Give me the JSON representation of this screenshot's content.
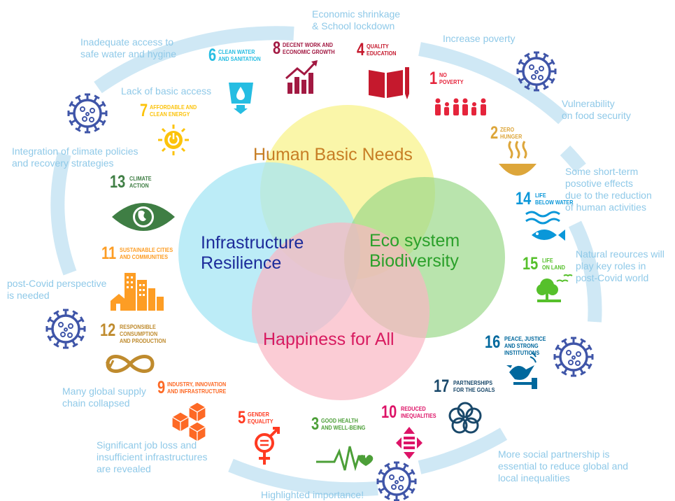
{
  "colors": {
    "ring": "#cfe8f5",
    "note_text": "#8fc9e8",
    "virus": "#3f55a8",
    "circle_top": "#f9f59a",
    "circle_left": "#a6e6f4",
    "circle_right": "#9bd98a",
    "circle_bottom": "#f9b7c3"
  },
  "center": {
    "human_basic_needs": "Human Basic Needs",
    "infrastructure_resilience": "Infrastructure\nResilience",
    "eco_system": "Eco system\nBiodiversity",
    "happiness": "Happiness for All"
  },
  "notes": {
    "economic": "Economic shrinkage\n& School lockdown",
    "increase_poverty": "Increase poverty",
    "water": "Inadequate access to\nsafe water and hygine",
    "basic_access": "Lack of basic access",
    "food": "Vulnerability\non food security",
    "climate": "Integration of climate policies\nand recovery strategies",
    "short_term": "Some short-term\n posotive effects\ndue to the reduction\nof human activities",
    "natural": "Natural reources will\nplay key roles in\npost-Covid world",
    "post_covid": "post-Covid perspective\nis needed",
    "supply": "Many global supply\nchain collapsed",
    "job_loss": "Significant job loss and\ninsufficient infrastructures\nare revealed",
    "social": "More social partnership is\nessential to reduce global and\nlocal inequalities",
    "highlighted": "Highlighted importance!"
  },
  "sdgs": [
    {
      "key": "sdg1",
      "num": "1",
      "name": "No\nPoverty",
      "color": "#e5243b",
      "icon": "family-icon"
    },
    {
      "key": "sdg2",
      "num": "2",
      "name": "Zero\nHunger",
      "color": "#dda63a",
      "icon": "bowl-icon"
    },
    {
      "key": "sdg3",
      "num": "3",
      "name": "Good Health\nand Well-being",
      "color": "#4c9f38",
      "icon": "heartbeat-icon"
    },
    {
      "key": "sdg4",
      "num": "4",
      "name": "Quality\nEducation",
      "color": "#c5192d",
      "icon": "book-icon"
    },
    {
      "key": "sdg5",
      "num": "5",
      "name": "Gender\nEquality",
      "color": "#ff3a21",
      "icon": "gender-icon"
    },
    {
      "key": "sdg6",
      "num": "6",
      "name": "Clean Water\nand Sanitation",
      "color": "#26bde2",
      "icon": "water-icon"
    },
    {
      "key": "sdg7",
      "num": "7",
      "name": "Affordable and\nClean Energy",
      "color": "#fcc30b",
      "icon": "power-sun-icon"
    },
    {
      "key": "sdg8",
      "num": "8",
      "name": "Decent Work and\nEconomic Growth",
      "color": "#a21942",
      "icon": "growth-chart-icon"
    },
    {
      "key": "sdg9",
      "num": "9",
      "name": "Industry, Innovation\nand Infrastructure",
      "color": "#fd6925",
      "icon": "cubes-icon"
    },
    {
      "key": "sdg10",
      "num": "10",
      "name": "Reduced\nInequalities",
      "color": "#dd1367",
      "icon": "arrows-equal-icon"
    },
    {
      "key": "sdg11",
      "num": "11",
      "name": "Sustainable Cities\nand Communities",
      "color": "#fd9d24",
      "icon": "city-icon"
    },
    {
      "key": "sdg12",
      "num": "12",
      "name": "Responsible\nConsumption\nand Production",
      "color": "#bf8b2e",
      "icon": "infinity-icon"
    },
    {
      "key": "sdg13",
      "num": "13",
      "name": "Climate\nAction",
      "color": "#3f7e44",
      "icon": "earth-eye-icon"
    },
    {
      "key": "sdg14",
      "num": "14",
      "name": "Life\nBelow Water",
      "color": "#0a97d9",
      "icon": "fish-icon"
    },
    {
      "key": "sdg15",
      "num": "15",
      "name": "Life\nOn Land",
      "color": "#56c02b",
      "icon": "tree-icon"
    },
    {
      "key": "sdg16",
      "num": "16",
      "name": "Peace, Justice\nand Strong\nInstitutions",
      "color": "#00689d",
      "icon": "dove-icon"
    },
    {
      "key": "sdg17",
      "num": "17",
      "name": "Partnerships\nfor the Goals",
      "color": "#19486a",
      "icon": "rings-icon"
    }
  ]
}
